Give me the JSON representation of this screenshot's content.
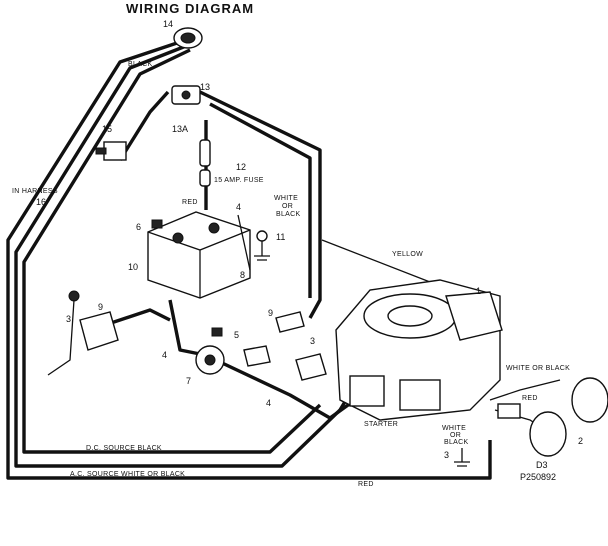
{
  "title": "WIRING DIAGRAM",
  "labels": {
    "black": "BLACK",
    "in_harness": "IN HARNESS",
    "in_harness_num": "16",
    "fuse": "15 AMP. FUSE",
    "red": "RED",
    "white_or_black_top_1": "WHITE",
    "white_or_black_top_2": "OR",
    "white_or_black_top_3": "BLACK",
    "yellow": "YELLOW",
    "white_or_black_right": "WHITE OR BLACK",
    "red_right": "RED",
    "white_or_black_low_1": "WHITE",
    "white_or_black_low_2": "OR",
    "white_or_black_low_3": "BLACK",
    "starter": "STARTER",
    "dc_source": "D.C. SOURCE    BLACK",
    "ac_source": "A.C. SOURCE    WHITE OR BLACK",
    "red_bottom": "RED",
    "code_1": "D3",
    "code_2": "P250892"
  },
  "callouts": {
    "c14": "14",
    "c13": "13",
    "c13a": "13A",
    "c12": "12",
    "c15": "15",
    "c6": "6",
    "c4a": "4",
    "c11": "11",
    "c10": "10",
    "c8": "8",
    "c9a": "9",
    "c3a": "3",
    "c1": "1",
    "c9b": "9",
    "c5": "5",
    "c3b": "3",
    "c4b": "4",
    "c7": "7",
    "c4c": "4",
    "c2": "2",
    "c3c": "3"
  }
}
